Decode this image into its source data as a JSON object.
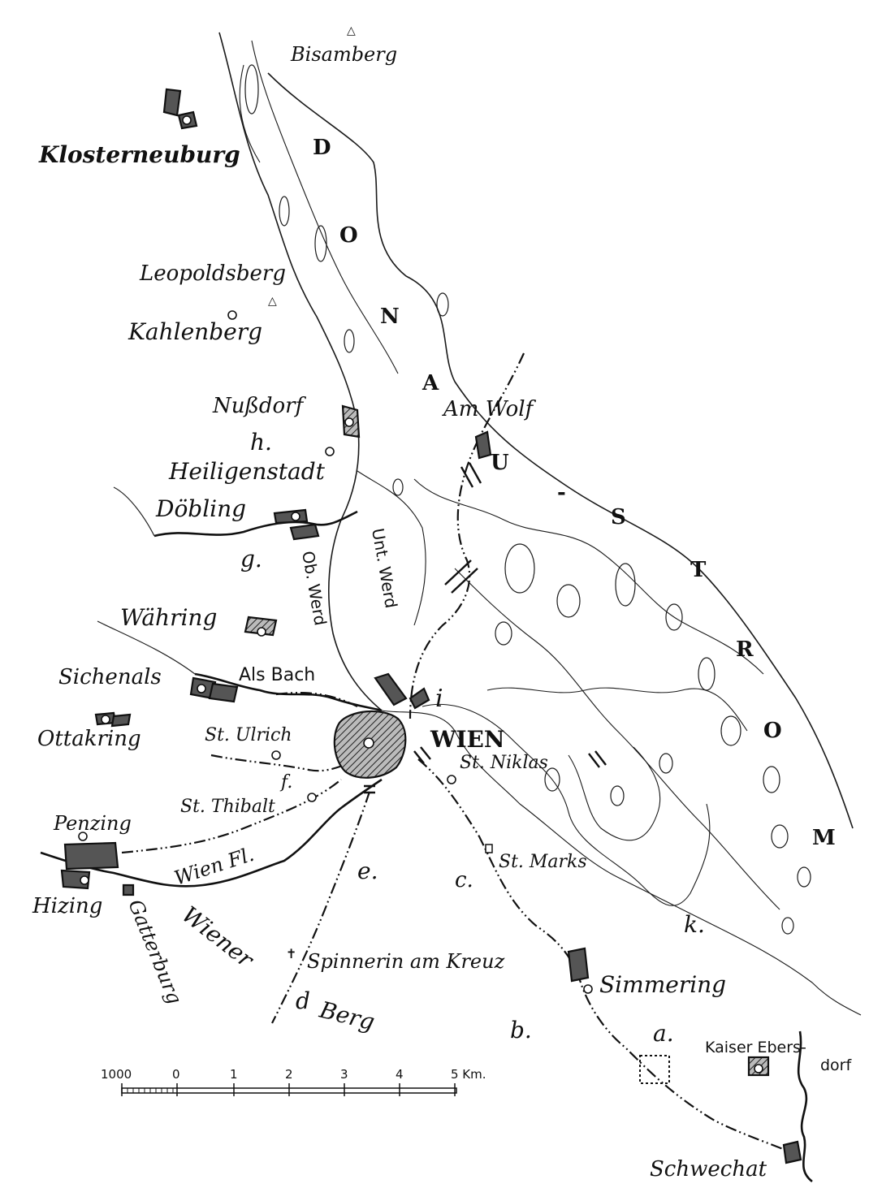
{
  "river": {
    "name_letters": [
      "D",
      "O",
      "N",
      "A",
      "U",
      "-",
      "S",
      "T",
      "R",
      "O",
      "M"
    ]
  },
  "places": {
    "bisamberg": "Bisamberg",
    "klosterneuburg": "Klosterneuburg",
    "leopoldsberg": "Leopoldsberg",
    "kahlenberg": "Kahlenberg",
    "nussdorf": "Nußdorf",
    "heiligenstadt": "Heiligenstadt",
    "doebling": "Döbling",
    "waehring": "Währing",
    "sichenals": "Sichenals",
    "ottakring": "Ottakring",
    "st_ulrich": "St. Ulrich",
    "st_thibalt": "St. Thibalt",
    "penzing": "Penzing",
    "hizing": "Hizing",
    "gatterburg": "Gatterburg",
    "wien": "WIEN",
    "st_niklas": "St. Niklas",
    "st_marks": "St. Marks",
    "am_wolf": "Am Wolf",
    "simmering": "Simmering",
    "kaiser_ebersdorf_1": "Kaiser Ebers-",
    "kaiser_ebersdorf_2": "dorf",
    "schwechat": "Schwechat",
    "spinnerin": "Spinnerin am Kreuz"
  },
  "features": {
    "ob_werd": "Ob. Werd",
    "unt_werd": "Unt. Werd",
    "als_bach": "Als Bach",
    "wien_fl": "Wien Fl.",
    "wiener_berg_1": "Wiener",
    "wiener_berg_2": "Berg"
  },
  "letters": {
    "a": "a.",
    "b": "b.",
    "c": "c.",
    "d": "d",
    "e": "e.",
    "f": "f.",
    "g": "g.",
    "h": "h.",
    "i": "i",
    "k": "k."
  },
  "scale": {
    "labels": [
      "1000",
      "0",
      "1",
      "2",
      "3",
      "4",
      "5 Km."
    ]
  },
  "colors": {
    "ink": "#111111",
    "paper": "#ffffff"
  }
}
